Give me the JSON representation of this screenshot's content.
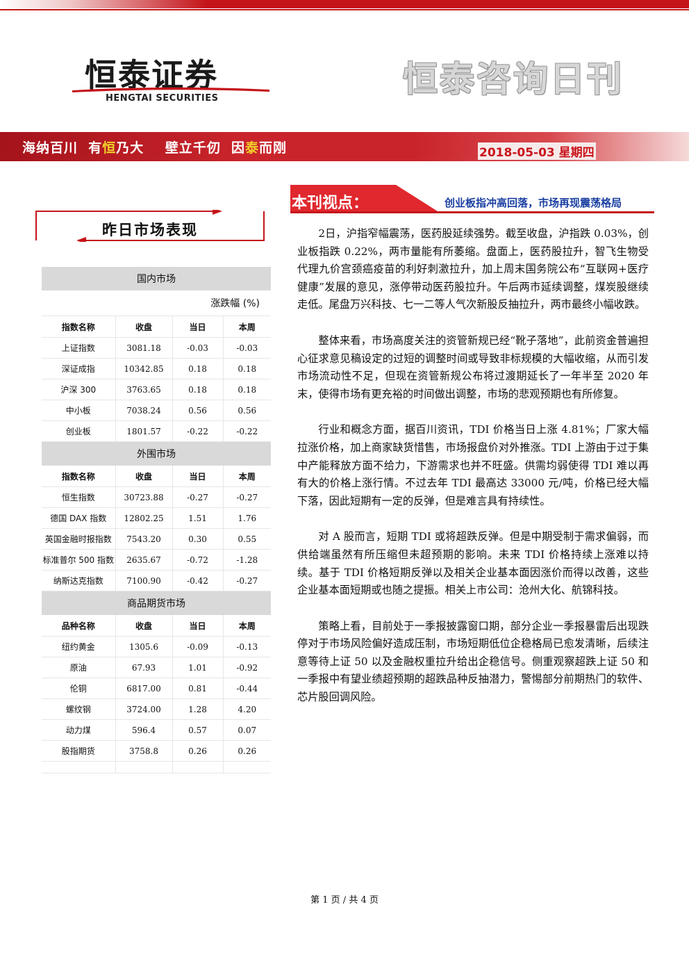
{
  "header": {
    "logo_text": "恒泰证券",
    "logo_subtitle": "HENGTAI SECURITIES",
    "journal_title": "恒泰咨询日刊",
    "motto_parts": [
      "海纳百川  有",
      "恒",
      "乃大    壁立千仞  因",
      "泰",
      "而刚"
    ],
    "date": "2018-05-03 星期四",
    "colors": {
      "brand_red": "#c4141a",
      "motto_highlight": "#f2d02a",
      "headline_blue": "#1a3fa0"
    }
  },
  "market": {
    "title": "昨日市场表现",
    "unit_label": "涨跌幅 (%)",
    "sections": [
      {
        "name": "国内市场",
        "headers": [
          "指数名称",
          "收盘",
          "当日",
          "本周"
        ],
        "rows": [
          [
            "上证指数",
            "3081.18",
            "-0.03",
            "-0.03"
          ],
          [
            "深证成指",
            "10342.85",
            "0.18",
            "0.18"
          ],
          [
            "沪深 300",
            "3763.65",
            "0.18",
            "0.18"
          ],
          [
            "中小板",
            "7038.24",
            "0.56",
            "0.56"
          ],
          [
            "创业板",
            "1801.57",
            "-0.22",
            "-0.22"
          ]
        ]
      },
      {
        "name": "外围市场",
        "headers": [
          "指数名称",
          "收盘",
          "当日",
          "本周"
        ],
        "rows": [
          [
            "恒生指数",
            "30723.88",
            "-0.27",
            "-0.27"
          ],
          [
            "德国 DAX 指数",
            "12802.25",
            "1.51",
            "1.76"
          ],
          [
            "英国金融时报指数",
            "7543.20",
            "0.30",
            "0.55"
          ],
          [
            "标准普尔 500 指数",
            "2635.67",
            "-0.72",
            "-1.28"
          ],
          [
            "纳斯达克指数",
            "7100.90",
            "-0.42",
            "-0.27"
          ]
        ]
      },
      {
        "name": "商品期货市场",
        "headers": [
          "品种名称",
          "收盘",
          "当日",
          "本周"
        ],
        "rows": [
          [
            "纽约黄金",
            "1305.6",
            "-0.09",
            "-0.13"
          ],
          [
            "原油",
            "67.93",
            "1.01",
            "-0.92"
          ],
          [
            "伦铜",
            "6817.00",
            "0.81",
            "-0.44"
          ],
          [
            "螺纹钢",
            "3724.00",
            "1.28",
            "4.20"
          ],
          [
            "动力煤",
            "596.4",
            "0.57",
            "0.07"
          ],
          [
            "股指期货",
            "3758.8",
            "0.26",
            "0.26"
          ]
        ]
      }
    ]
  },
  "viewpoint": {
    "label": "本刊视点：",
    "headline": "创业板指冲高回落，市场再现震荡格局",
    "paragraphs": [
      "2日，沪指窄幅震荡，医药股延续强势。截至收盘，沪指跌 0.03%，创业板指跌 0.22%，两市量能有所萎缩。盘面上，医药股拉升，智飞生物受代理九价宫颈癌疫苗的利好刺激拉升，加上周末国务院公布“互联网+医疗健康”发展的意见，涨停带动医药股拉升。午后两市延续调整，煤炭股继续走低。尾盘万兴科技、七一二等人气次新股反抽拉升，两市最终小幅收跌。",
      "整体来看，市场高度关注的资管新规已经“靴子落地”，此前资金普遍担心征求意见稿设定的过短的调整时间或导致非标规模的大幅收缩，从而引发市场流动性不足，但现在资管新规公布将过渡期延长了一年半至 2020 年末，使得市场有更充裕的时间做出调整，市场的悲观预期也有所修复。",
      "行业和概念方面，据百川资讯，TDI 价格当日上涨 4.81%；厂家大幅拉涨价格，加上商家缺货惜售，市场报盘价对外推涨。TDI 上游由于过于集中产能释放方面不给力，下游需求也并不旺盛。供需均弱使得 TDI 难以再有大的价格上涨行情。不过去年 TDI 最高达 33000 元/吨，价格已经大幅下落，因此短期有一定的反弹，但是难言具有持续性。",
      "对 A 股而言，短期 TDI 或将超跌反弹。但是中期受制于需求偏弱，而供给端虽然有所压缩但未超预期的影响。未来 TDI 价格持续上涨难以持续。基于 TDI 价格短期反弹以及相关企业基本面因涨价而得以改善，这些企业基本面短期或也随之提振。相关上市公司：沧州大化、航锦科技。",
      "策略上看，目前处于一季报披露窗口期，部分企业一季报暴雷后出现跌停对于市场风险偏好造成压制，市场短期低位企稳格局已愈发清晰，后续注意等待上证 50 以及金融权重拉升给出企稳信号。侧重观察超跌上证 50 和一季报中有望业绩超预期的超跌品种反抽潜力，警惕部分前期热门的软件、芯片股回调风险。"
    ]
  },
  "footer": {
    "page_info": "第 1 页 / 共 4 页"
  }
}
